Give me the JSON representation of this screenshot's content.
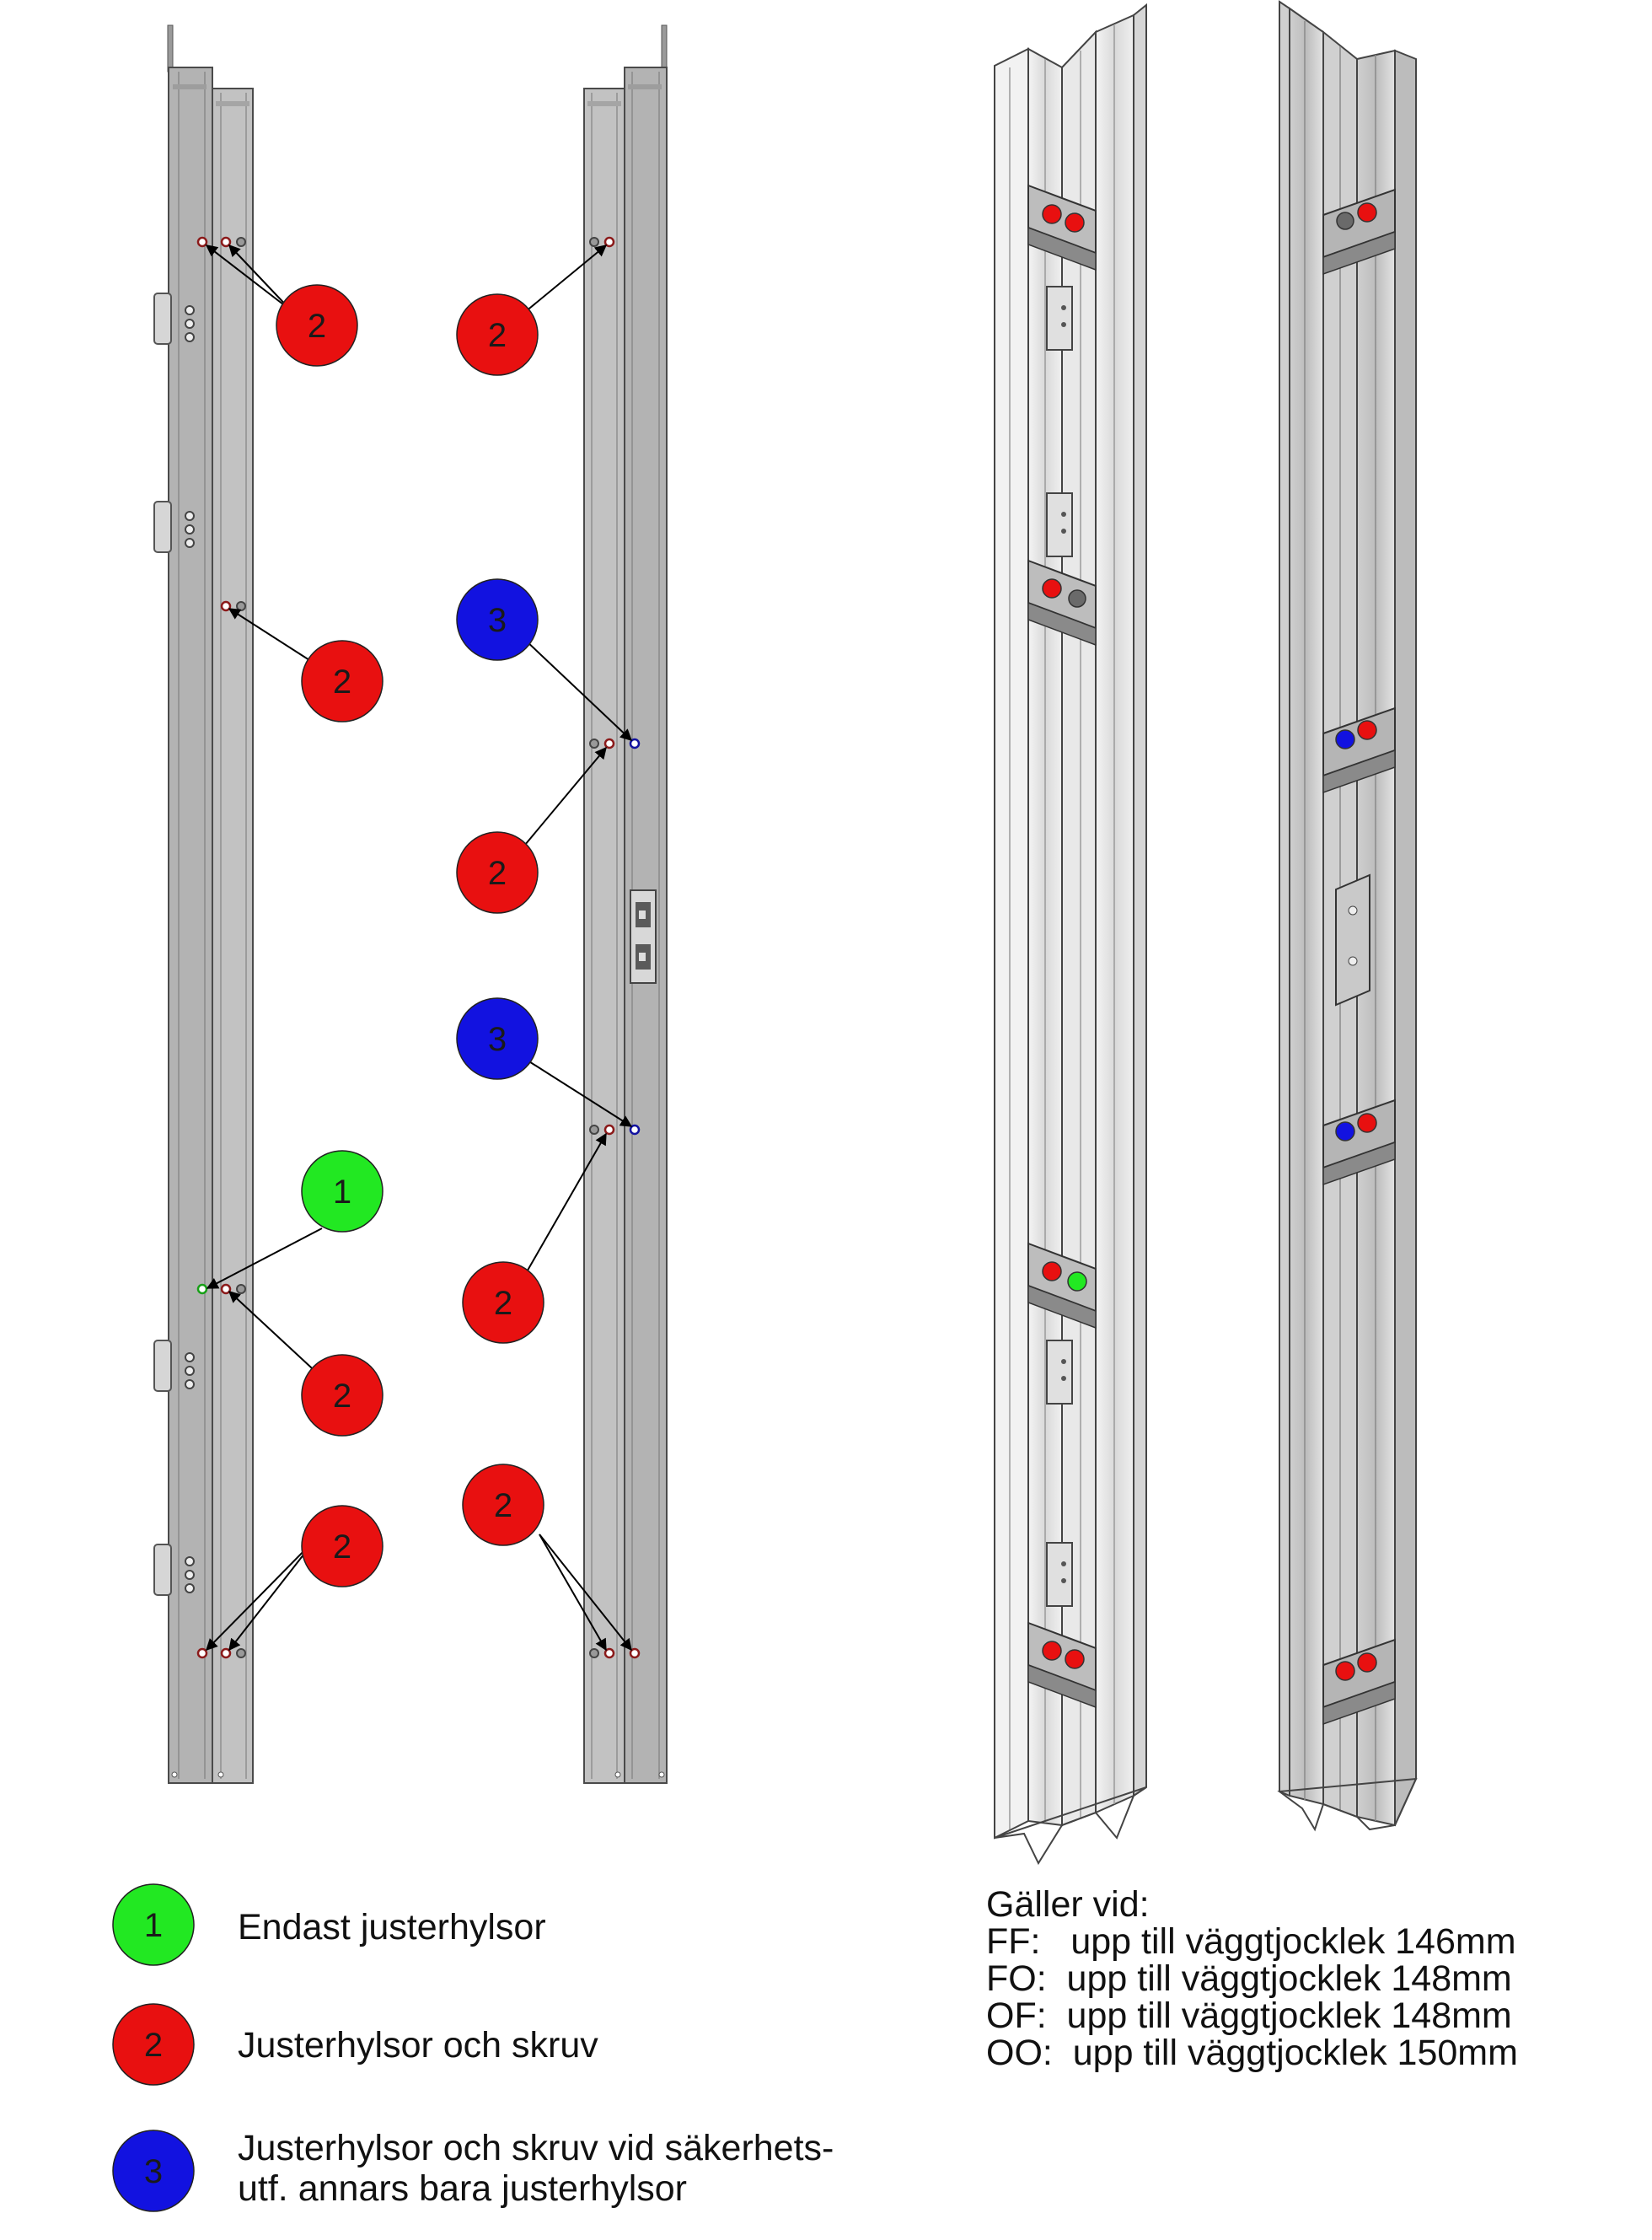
{
  "colors": {
    "type1": "#22e822",
    "type2": "#e81010",
    "type3": "#1212e0",
    "frame": "#b4b4b4",
    "frame_dark": "#7c7c7c",
    "iso_light": "#e6e6e6"
  },
  "callouts": {
    "left_frame": [
      "2",
      "2",
      "1",
      "2",
      "2"
    ],
    "right_frame": [
      "2",
      "3",
      "2",
      "3",
      "2",
      "2"
    ]
  },
  "legend": [
    {
      "number": "1",
      "type": "type1",
      "lines": [
        "Endast justerhylsor"
      ]
    },
    {
      "number": "2",
      "type": "type2",
      "lines": [
        "Justerhylsor och skruv"
      ]
    },
    {
      "number": "3",
      "type": "type3",
      "lines": [
        "Justerhylsor och skruv vid säkerhets-",
        "utf. annars bara justerhylsor"
      ]
    }
  ],
  "applies": {
    "heading": "Gäller vid:",
    "lines": [
      "FF:   upp till väggtjocklek 146mm",
      "FO:  upp till väggtjocklek 148mm",
      "OF:  upp till väggtjocklek 148mm",
      "OO:  upp till väggtjocklek 150mm"
    ]
  }
}
